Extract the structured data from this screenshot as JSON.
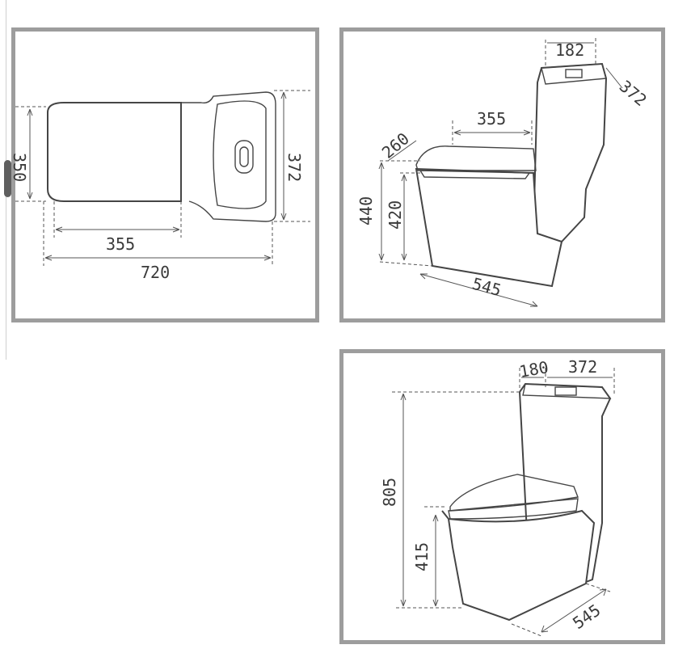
{
  "top_view": {
    "length": "720",
    "seat_depth": "355",
    "width": "372",
    "partial_label": "350"
  },
  "side_view": {
    "lid_width": "182",
    "lid_depth": "372",
    "seat_depth": "355",
    "front_depth": "260",
    "height_total": "440",
    "height_seat": "420",
    "length": "545"
  },
  "front_view": {
    "lid_width": "180",
    "lid_depth": "372",
    "height_total": "805",
    "height_seat": "415",
    "length": "545"
  },
  "colors": {
    "border": "#9d9d9d",
    "line": "#454545",
    "handle": "#5f5f5f"
  }
}
